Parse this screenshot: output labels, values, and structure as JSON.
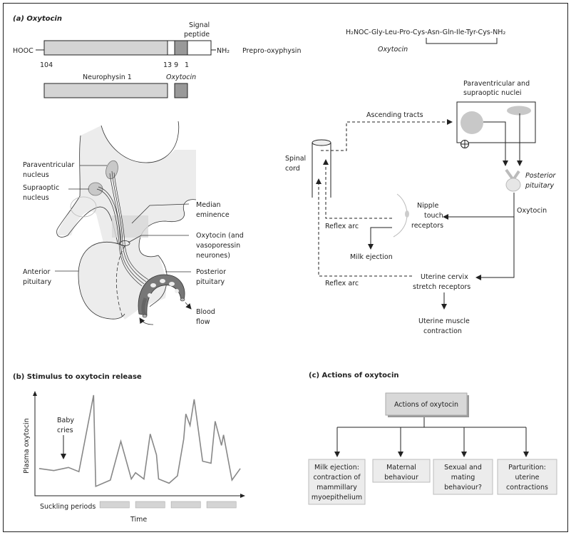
{
  "section_a": {
    "title": "(a)  Oxytocin",
    "precursor": {
      "left_terminal": "HOOC",
      "right_terminal": "NH₂",
      "name": "Prepro-oxyphysin",
      "signal_peptide_label": [
        "Signal",
        "peptide"
      ],
      "positions": [
        "104",
        "13 9",
        "1"
      ],
      "neurophysin_label": "Neurophysin 1",
      "oxytocin_label": "Oxytocin"
    },
    "peptide": {
      "sequence": "H₂NOC-Gly-Leu-Pro-Cys-Asn-Gln-Ile-Tyr-Cys-NH₂",
      "name": "Oxytocin"
    },
    "anatomy_labels": {
      "paraventricular": [
        "Paraventricular",
        "nucleus"
      ],
      "supraoptic": [
        "Supraoptic",
        "nucleus"
      ],
      "median_eminence": [
        "Median",
        "eminence"
      ],
      "neurones": [
        "Oxytocin (and",
        "vasoporessin",
        "neurones)"
      ],
      "anterior_pituitary": [
        "Anterior",
        "pituitary"
      ],
      "posterior_pituitary": [
        "Posterior",
        "pituitary"
      ],
      "blood_flow": [
        "Blood",
        "flow"
      ]
    },
    "reflex": {
      "nuclei_label": [
        "Paraventricular and",
        "supraoptic nuclei"
      ],
      "ascending_tracts": "Ascending tracts",
      "spinal_cord": [
        "Spinal",
        "cord"
      ],
      "posterior_pituitary": [
        "Posterior",
        "pituitary"
      ],
      "oxytocin": "Oxytocin",
      "nipple": [
        "Nipple",
        "touch",
        "receptors"
      ],
      "reflex_arc_1": "Reflex arc",
      "milk_ejection": "Milk ejection",
      "uterine_cervix": [
        "Uterine cervix",
        "stretch receptors"
      ],
      "reflex_arc_2": "Reflex arc",
      "uterine_muscle": [
        "Uterine muscle",
        "contraction"
      ],
      "plus_symbol": "+"
    }
  },
  "section_b": {
    "title": "(b)  Stimulus to oxytocin release",
    "annotation": [
      "Baby",
      "cries"
    ],
    "suckling_label": "Suckling periods"
  },
  "chart_data": {
    "type": "line",
    "title": "(b)  Stimulus to oxytocin release",
    "xlabel": "Time",
    "ylabel": "Plasma oxytocin",
    "xlim": [
      0,
      100
    ],
    "ylim": [
      0,
      100
    ],
    "grid": false,
    "series": [
      {
        "x": [
          2,
          9,
          16,
          21,
          28,
          29,
          36,
          41,
          46,
          48,
          52,
          55,
          58,
          59,
          64,
          68,
          71,
          72,
          74,
          76,
          80,
          84,
          86,
          89,
          90,
          94,
          98
        ],
        "y": [
          26,
          24,
          27,
          23,
          96,
          9,
          15,
          52,
          16,
          22,
          16,
          59,
          39,
          16,
          12,
          19,
          54,
          78,
          67,
          92,
          33,
          31,
          71,
          48,
          58,
          15,
          26
        ],
        "color": "#888888"
      }
    ],
    "suckling_periods": [
      [
        31,
        45
      ],
      [
        48,
        62
      ],
      [
        65,
        79
      ],
      [
        82,
        96
      ]
    ],
    "annotations": [
      {
        "text": "Baby cries",
        "x": 14
      }
    ]
  },
  "section_c": {
    "title": "(c)  Actions of oxytocin",
    "root": "Actions of oxytocin",
    "actions": [
      [
        "Milk ejection:",
        "contraction of",
        "mammillary",
        "myoepithelium"
      ],
      [
        "Maternal",
        "behaviour"
      ],
      [
        "Sexual and",
        "mating",
        "behaviour?"
      ],
      [
        "Parturition:",
        "uterine",
        "contractions"
      ]
    ]
  },
  "colors": {
    "light_grey": "#d4d4d4",
    "dark_grey": "#999999",
    "line_grey": "#8a8a8a",
    "box_fill": "#ececec"
  }
}
